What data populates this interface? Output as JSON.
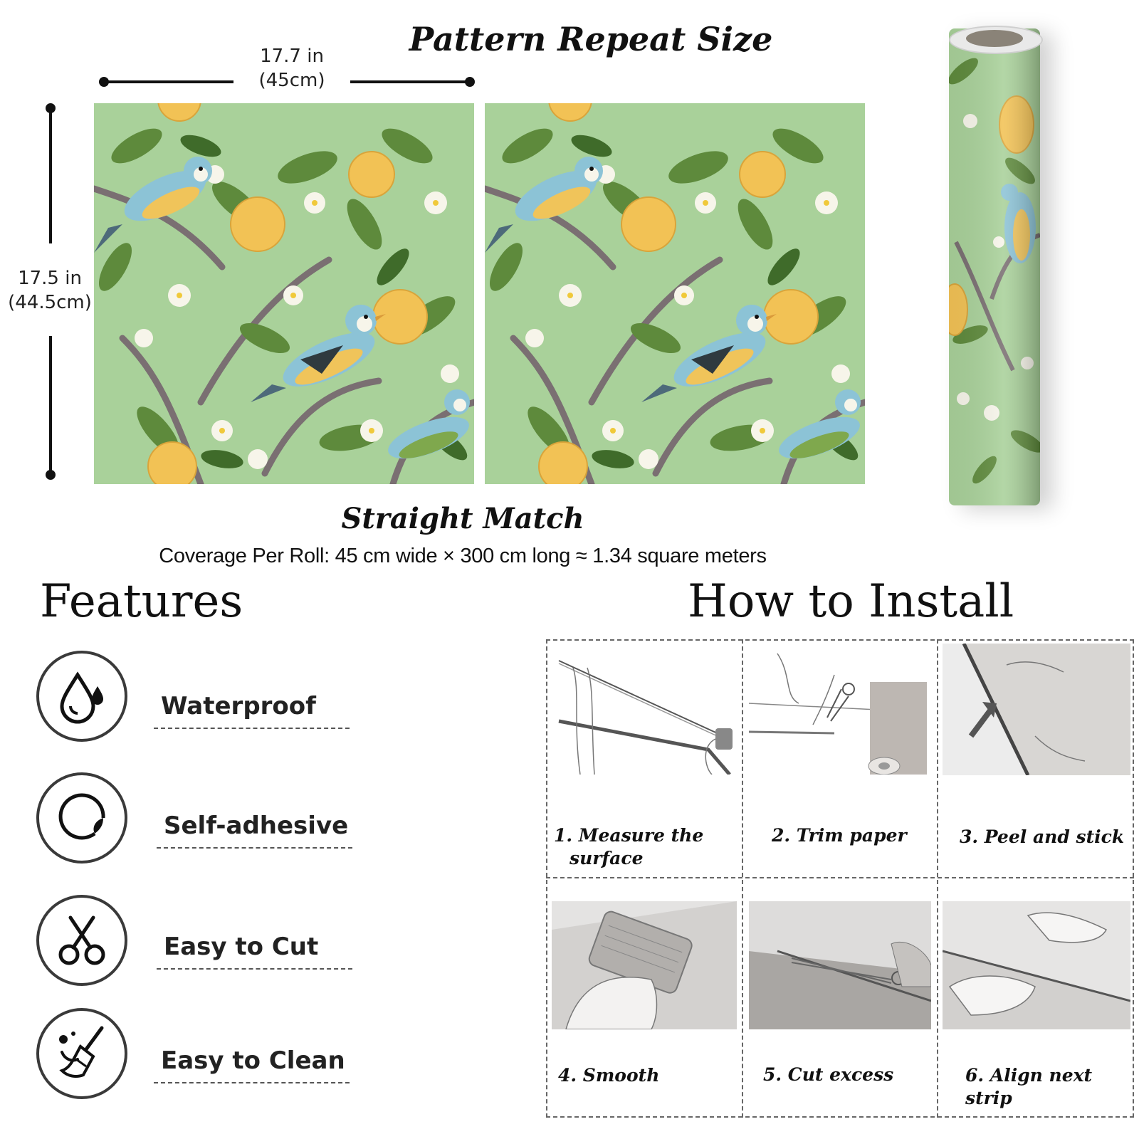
{
  "pattern": {
    "title": "Pattern Repeat Size",
    "width_label_line1": "17.7 in",
    "width_label_line2": "(45cm)",
    "height_label_line1": "17.5 in",
    "height_label_line2": "(44.5cm)",
    "match_type": "Straight Match",
    "coverage": "Coverage Per Roll: 45 cm wide × 300 cm long ≈ 1.34 square meters"
  },
  "colors": {
    "background_green": "#a9d19a",
    "leaf_green": "#5e8a3c",
    "fruit_yellow": "#f2c255",
    "bird_blue": "#8cc3d6",
    "blossom_white": "#f7f5ea"
  },
  "features": {
    "heading": "Features",
    "items": [
      {
        "label": "Waterproof",
        "icon": "water-drops-icon"
      },
      {
        "label": "Self-adhesive",
        "icon": "peel-sticker-icon"
      },
      {
        "label": "Easy to Cut",
        "icon": "scissors-icon"
      },
      {
        "label": "Easy to Clean",
        "icon": "broom-icon"
      }
    ]
  },
  "install": {
    "heading": "How to Install",
    "steps": [
      {
        "line1": "1. Measure the",
        "line2": "surface"
      },
      {
        "line1": "2. Trim paper",
        "line2": ""
      },
      {
        "line1": "3. Peel and stick",
        "line2": ""
      },
      {
        "line1": "4. Smooth",
        "line2": ""
      },
      {
        "line1": "5. Cut excess",
        "line2": ""
      },
      {
        "line1": "6. Align next strip",
        "line2": ""
      }
    ]
  }
}
